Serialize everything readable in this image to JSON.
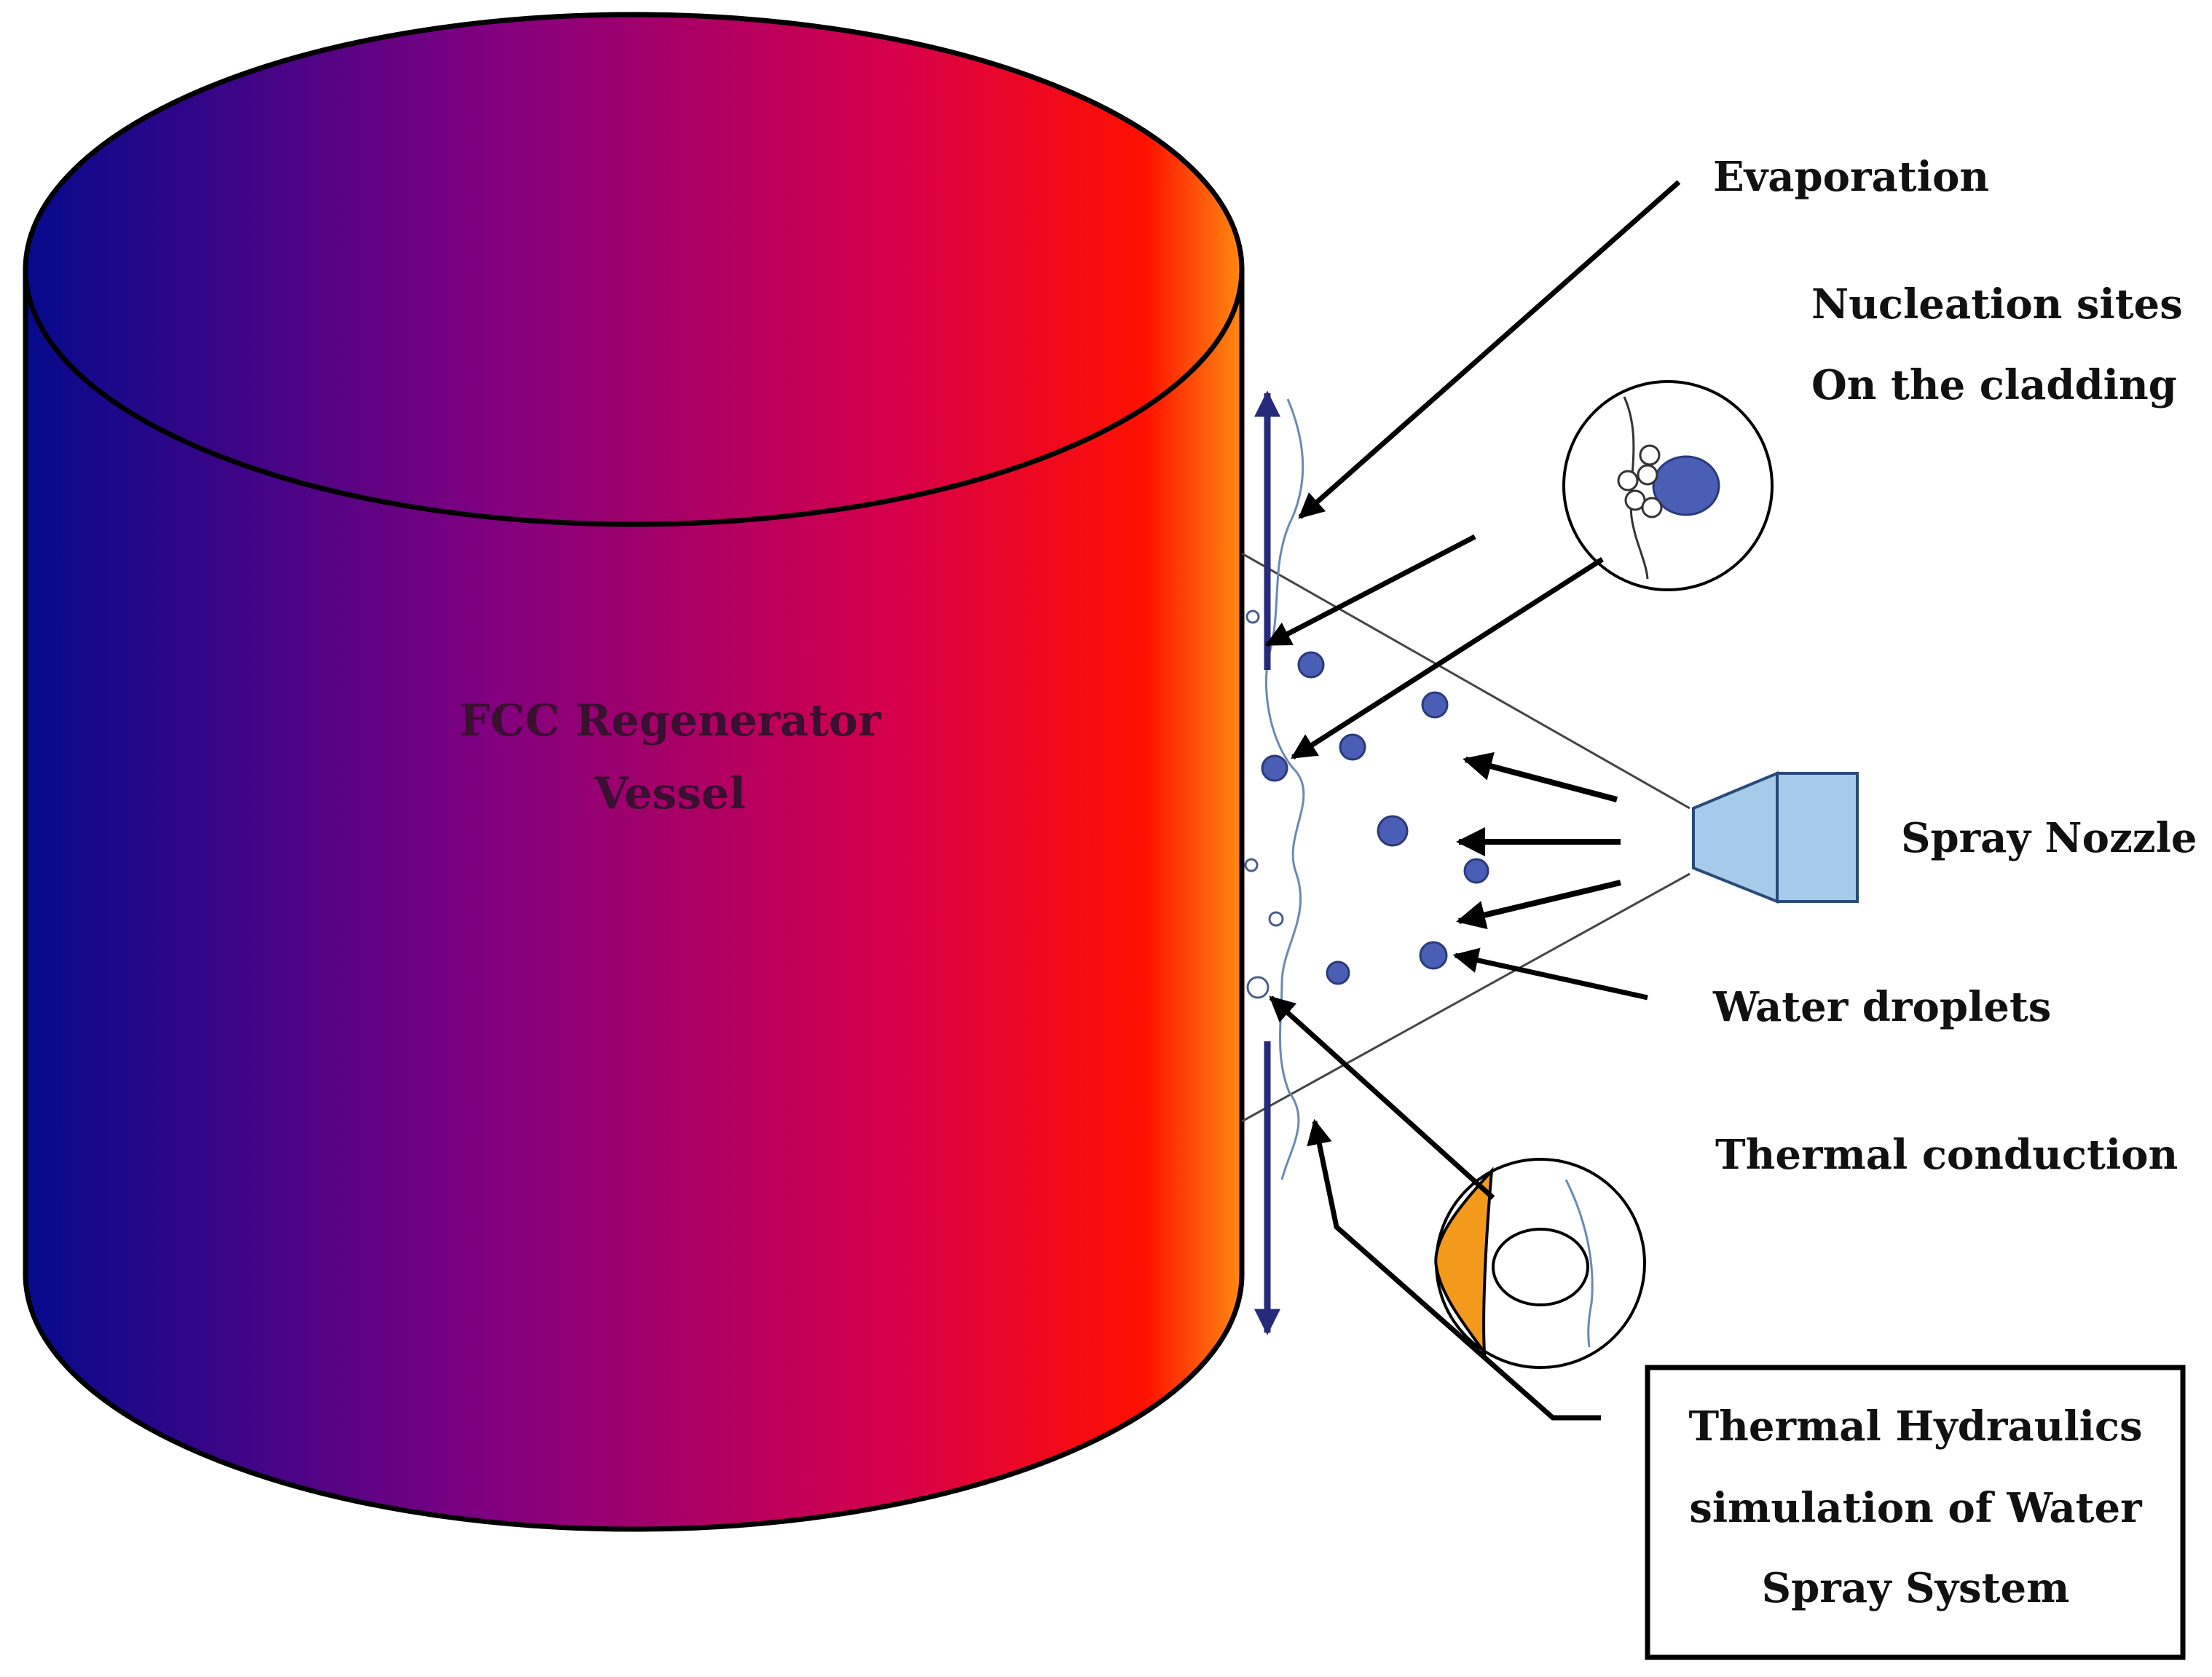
{
  "vessel": {
    "label_line1": "FCC Regenerator",
    "label_line2": "Vessel",
    "gradient_colors": [
      "#050a8c",
      "#800080",
      "#d8004a",
      "#ff1000",
      "#ff8a10"
    ]
  },
  "labels": {
    "evaporation": "Evaporation",
    "nucleation_line1": "Nucleation sites",
    "nucleation_line2": "On the cladding",
    "spray_nozzle": "Spray Nozzle",
    "water_droplets": "Water droplets",
    "thermal_conduction": "Thermal conduction"
  },
  "title_box": {
    "line1": "Thermal Hydraulics",
    "line2": "simulation of Water",
    "line3": "Spray System"
  },
  "colors": {
    "droplet": "#4a5eb5",
    "nozzle": "#a6cbea",
    "nozzle_stroke": "#2a4a7a",
    "heated_wall": "#f39a1c",
    "rail": "#262a7a"
  }
}
